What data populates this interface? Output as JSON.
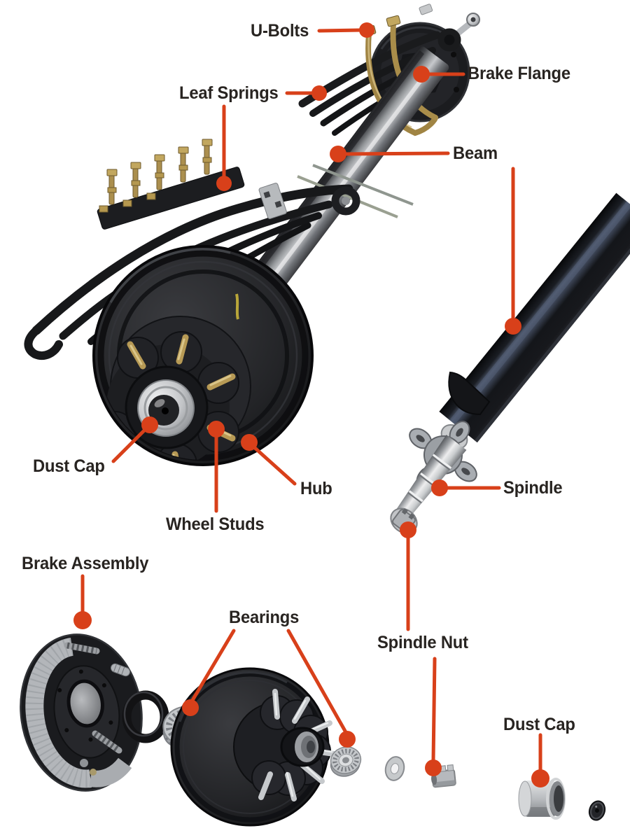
{
  "colors": {
    "accent": "#D8401A",
    "label_text": "#282421",
    "background": "#FFFFFF"
  },
  "labels": {
    "u_bolts": "U-Bolts",
    "brake_flange": "Brake Flange",
    "leaf_springs": "Leaf Springs",
    "beam": "Beam",
    "dust_cap_top": "Dust Cap",
    "hub": "Hub",
    "wheel_studs": "Wheel Studs",
    "brake_assembly": "Brake Assembly",
    "bearings": "Bearings",
    "spindle": "Spindle",
    "spindle_nut": "Spindle Nut",
    "dust_cap_bottom": "Dust Cap"
  }
}
